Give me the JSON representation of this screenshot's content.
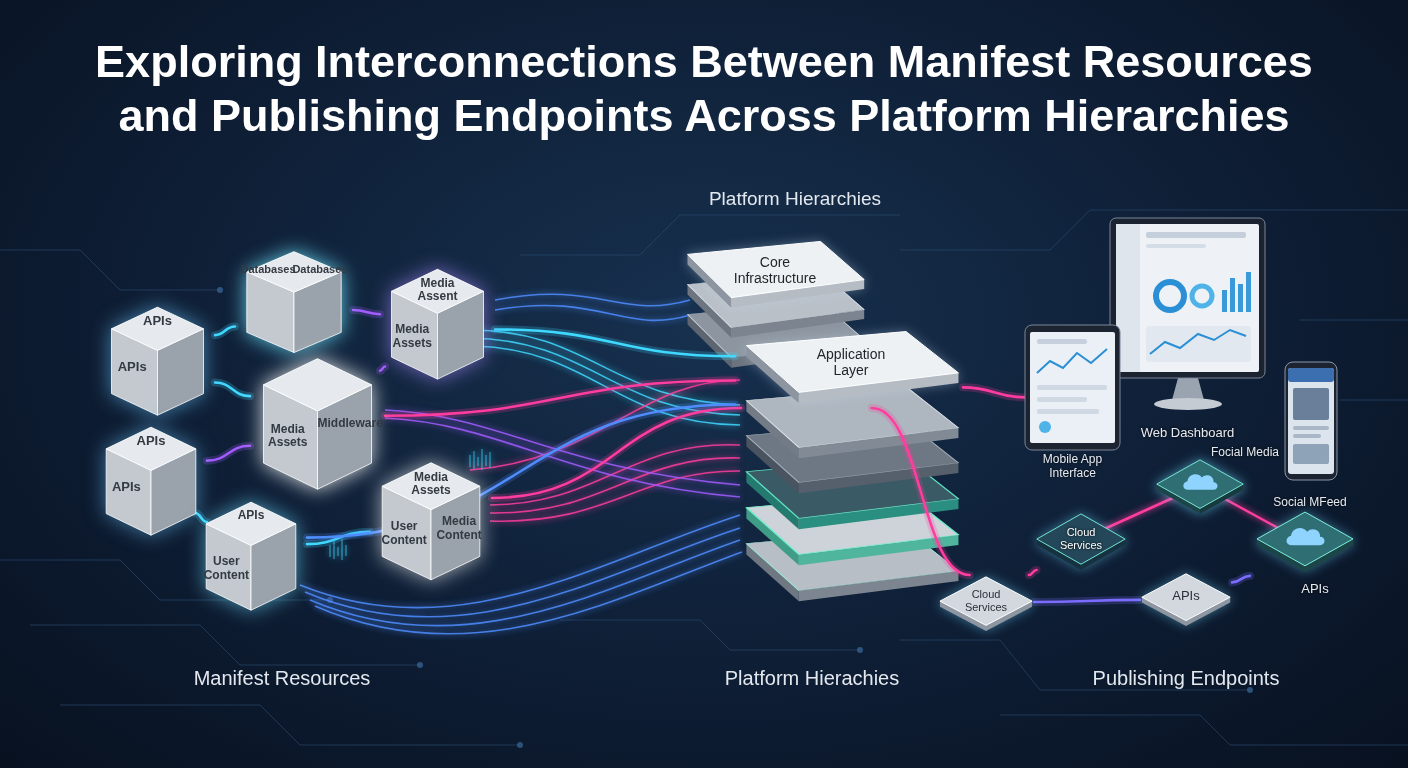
{
  "diagram": {
    "title": "Exploring Interconnections Between Manifest Resources and Publishing Endpoints Across Platform Hierarchies",
    "nodes": [
      {
        "text": [
          "APIs",
          "APIs"
        ]
      },
      {
        "text": [
          "Databases",
          "Databases"
        ]
      },
      {
        "text": [
          "Media Assent",
          "Media Assets"
        ]
      },
      {
        "text": [
          "Media Assets",
          "Middleware"
        ]
      },
      {
        "text": [
          "APIs",
          "APIs"
        ]
      },
      {
        "text": [
          "APIs",
          "User Content"
        ]
      },
      {
        "text": [
          "Media Assets",
          "User Content",
          "Media Content"
        ]
      },
      {
        "text": [
          "Core Infrastructure"
        ]
      },
      {
        "text": [
          "Application Layer"
        ]
      },
      {
        "text": [
          "Web Dashboard"
        ]
      },
      {
        "text": [
          "Mobile App Interface"
        ]
      },
      {
        "text": [
          "Focial Media",
          "Social MFeed"
        ]
      },
      {
        "text": [
          "Cloud Services"
        ]
      },
      {
        "text": [
          "Cloud Services"
        ]
      },
      {
        "text": [
          "APIs"
        ]
      },
      {
        "text": [
          "APIs"
        ]
      }
    ],
    "edges": [
      {
        "from": 0,
        "to": 1,
        "arrow": "none"
      },
      {
        "from": 1,
        "to": 2,
        "arrow": "none"
      },
      {
        "from": 0,
        "to": 3,
        "arrow": "none"
      },
      {
        "from": 3,
        "to": 2,
        "arrow": "none"
      },
      {
        "from": 4,
        "to": 3,
        "arrow": "none"
      },
      {
        "from": 4,
        "to": 5,
        "arrow": "none"
      },
      {
        "from": 5,
        "to": 6,
        "arrow": "none"
      },
      {
        "from": 2,
        "to": 8,
        "arrow": "none"
      },
      {
        "from": 3,
        "to": 8,
        "arrow": "none"
      },
      {
        "from": 6,
        "to": 8,
        "arrow": "none"
      },
      {
        "from": 5,
        "to": 8,
        "arrow": "none"
      },
      {
        "from": 8,
        "to": 10,
        "arrow": "none"
      },
      {
        "from": 8,
        "to": 13,
        "arrow": "none"
      },
      {
        "from": 13,
        "to": 12,
        "arrow": "none"
      },
      {
        "from": 13,
        "to": 14,
        "arrow": "none"
      },
      {
        "from": 14,
        "to": 15,
        "arrow": "none"
      }
    ],
    "labels": [
      "Platform Hierarchies",
      "Manifest Resources",
      "Platform Hierachies",
      "Publishing Endpoints"
    ]
  }
}
